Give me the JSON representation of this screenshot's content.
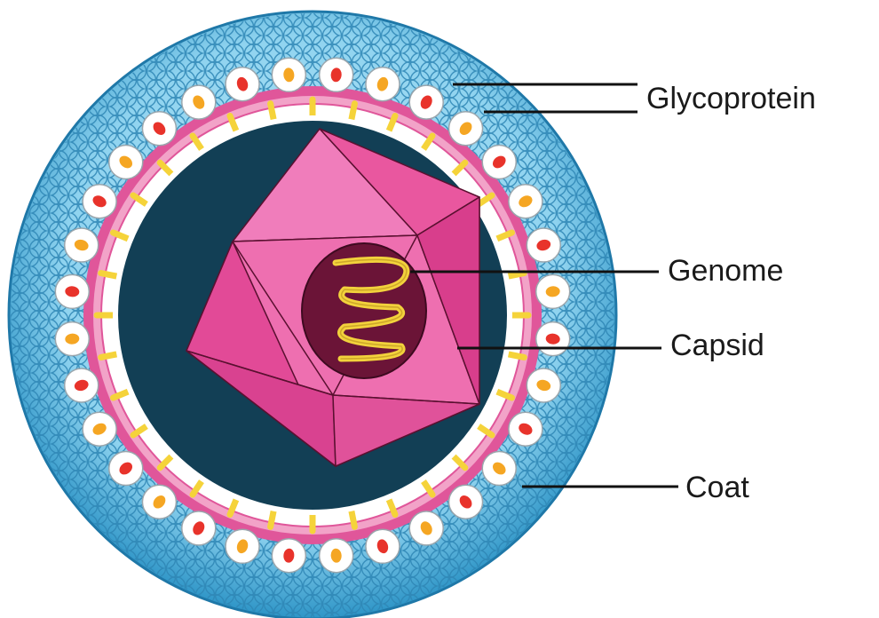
{
  "labels": {
    "glycoprotein": "Glycoprotein",
    "genome": "Genome",
    "capsid": "Capsid",
    "coat": "Coat"
  },
  "colors": {
    "coat_outer": "#3fa7d6",
    "coat_inner": "#bfe9f8",
    "membrane_pink": "#e0569a",
    "membrane_white": "#ffffff",
    "glyco_yellow": "#f5d33a",
    "glyco_red": "#e8332b",
    "glyco_orange": "#f5a623",
    "interior_dark": "#123f55",
    "capsid_pink": "#e9579f",
    "capsid_light": "#f07dbb",
    "genome_core": "#6b1437",
    "genome_strand": "#f2d23c"
  }
}
